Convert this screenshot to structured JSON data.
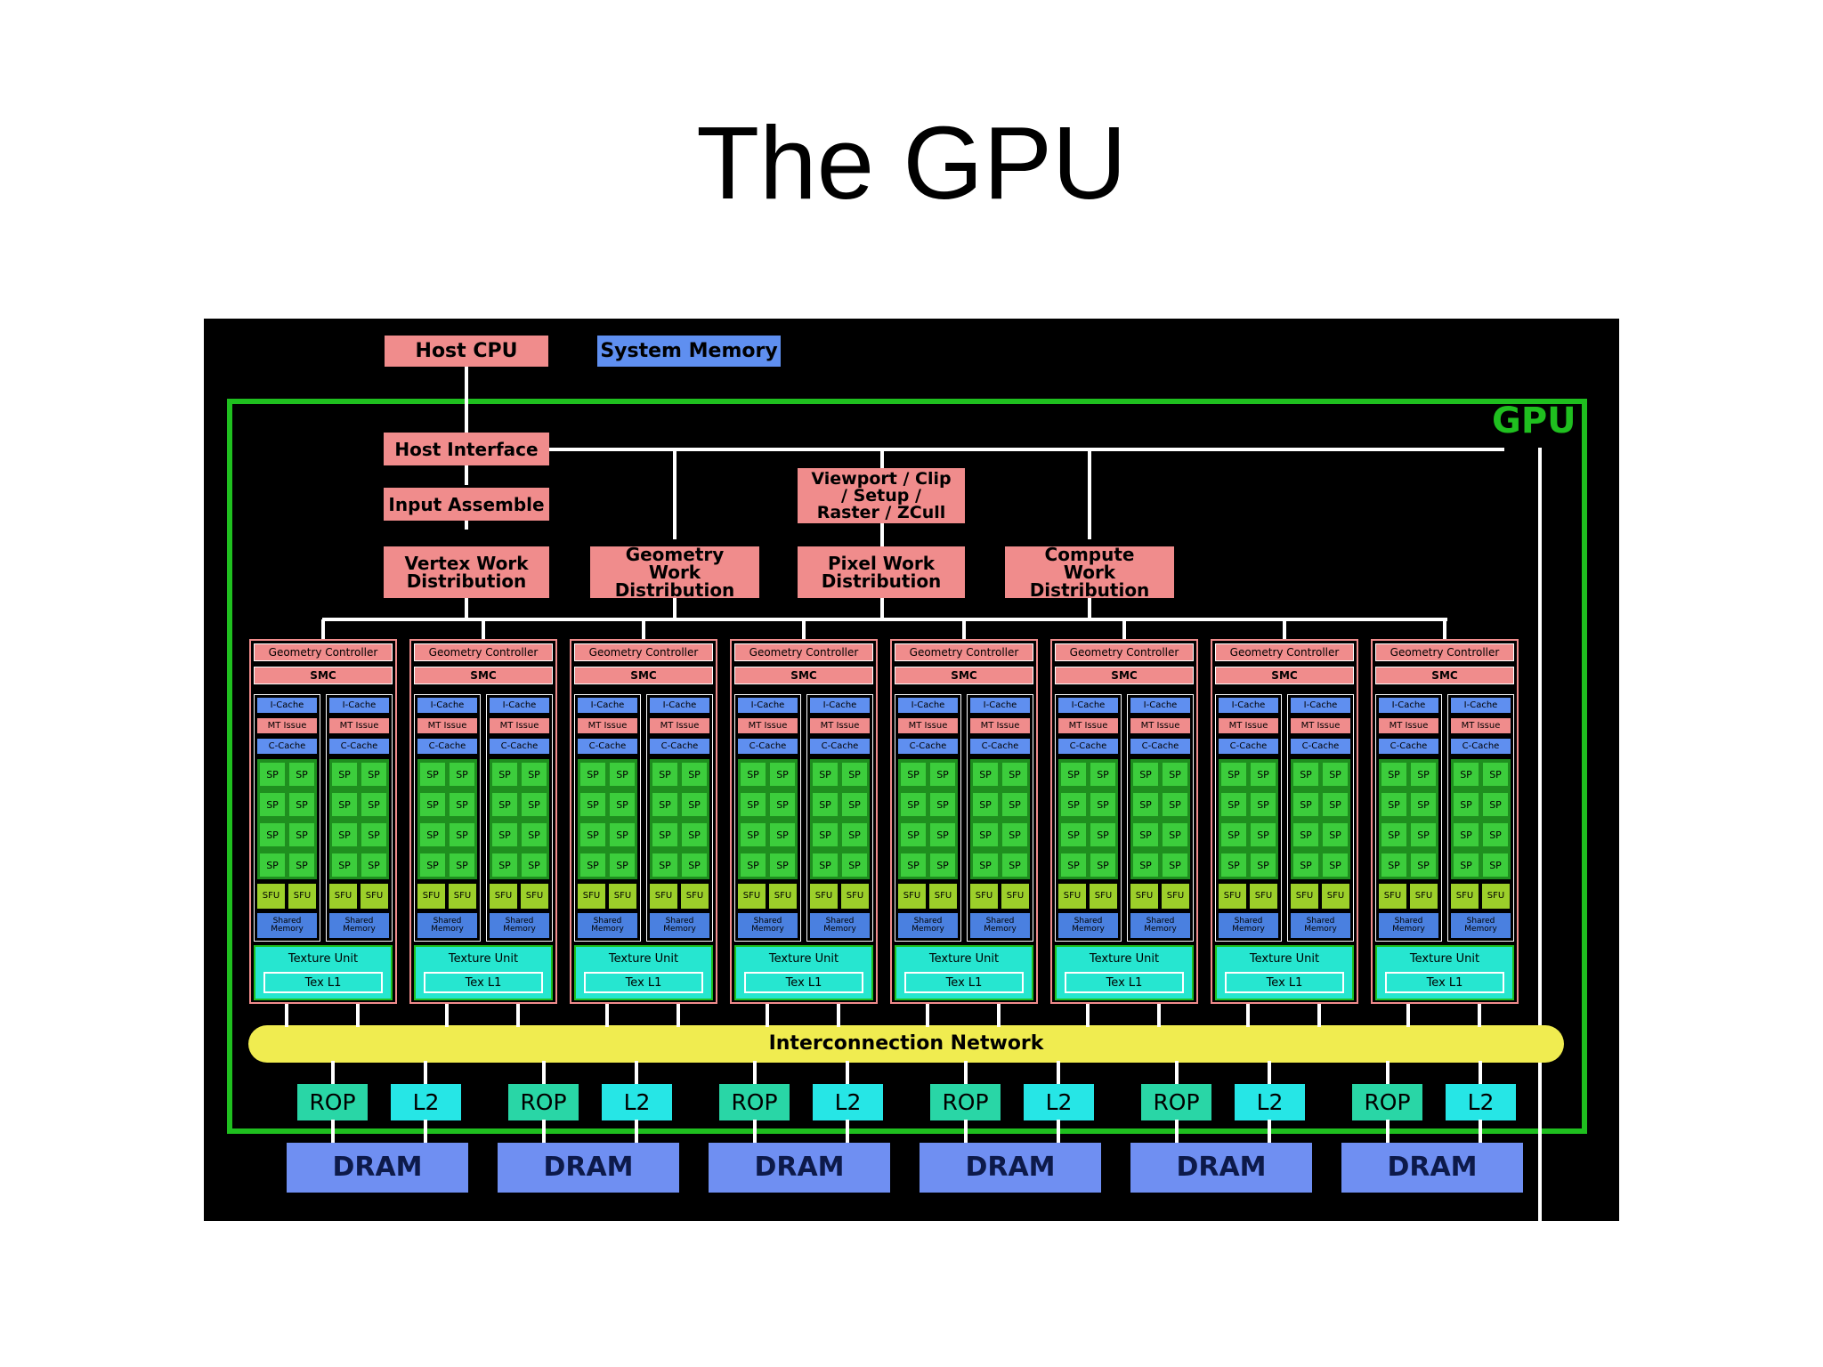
{
  "slide": {
    "title": "The GPU"
  },
  "diagram": {
    "host_cpu": "Host CPU",
    "system_memory": "System Memory",
    "gpu_label": "GPU",
    "host_interface": "Host Interface",
    "input_assemble": "Input Assemble",
    "viewport": "Viewport / Clip / Setup / Raster / ZCull",
    "work_distribution": [
      "Vertex Work Distribution",
      "Geometry Work Distribution",
      "Pixel Work Distribution",
      "Compute Work Distribution"
    ],
    "cluster": {
      "count": 8,
      "geometry_controller": "Geometry Controller",
      "smc": "SMC",
      "sms_per_cluster": 2,
      "i_cache": "I-Cache",
      "mt_issue": "MT Issue",
      "c_cache": "C-Cache",
      "sp": "SP",
      "sp_per_sm": 8,
      "sfu": "SFU",
      "sfu_per_sm": 2,
      "shared_memory": "Shared Memory",
      "texture_unit": "Texture Unit",
      "tex_l1": "Tex L1"
    },
    "interconnect": "Interconnection Network",
    "partition": {
      "count": 6,
      "rop": "ROP",
      "l2": "L2",
      "dram": "DRAM"
    },
    "colors": {
      "background": "#000000",
      "pink": "#f08c8c",
      "blue": "#5f8ff0",
      "green_frame": "#1fbf1f",
      "sp_green": "#3ccd3c",
      "yellow": "#f0ec50",
      "teal": "#26e6d0",
      "dram": "#6f8ff2"
    }
  }
}
